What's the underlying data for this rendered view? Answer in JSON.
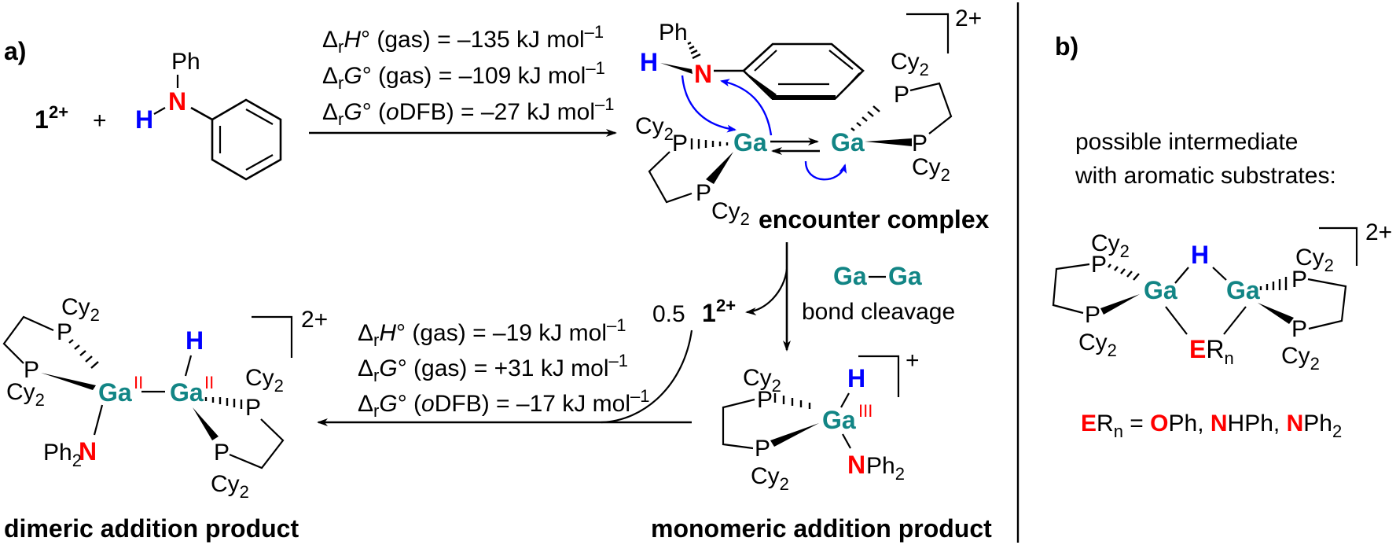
{
  "panels": {
    "a": {
      "label": "a)"
    },
    "b": {
      "label": "b)"
    }
  },
  "reactant": {
    "cation": "1",
    "cation_charge": "2+",
    "plus": "+",
    "amine": {
      "ph": "Ph",
      "n": "N",
      "h": "H"
    }
  },
  "step1": {
    "lines": [
      {
        "delta": "Δ",
        "sub": "r",
        "sym": "H",
        "deg": "°",
        "cond": " (gas) = –135 kJ mol",
        "exp": "–1"
      },
      {
        "delta": "Δ",
        "sub": "r",
        "sym": "G",
        "deg": "°",
        "cond": " (gas) = –109 kJ mol",
        "exp": "–1"
      },
      {
        "delta": "Δ",
        "sub": "r",
        "sym": "G",
        "deg": "°",
        "cond_pre": " (",
        "solvent_italic": "o",
        "solvent": "DFB) = –27 kJ mol",
        "exp": "–1"
      }
    ]
  },
  "encounter": {
    "title": "encounter complex",
    "charge": "2+",
    "atoms": {
      "ga": "Ga",
      "p": "P",
      "cy": "Cy",
      "two": "2",
      "n": "N",
      "h": "H",
      "ph": "Ph"
    }
  },
  "cleavage": {
    "label_top_a": "Ga",
    "label_top_b": "Ga",
    "label_bottom": "bond cleavage",
    "byproduct_coef": "0.5",
    "byproduct": "1",
    "byproduct_charge": "2+"
  },
  "step2": {
    "lines": [
      {
        "delta": "Δ",
        "sub": "r",
        "sym": "H",
        "deg": "°",
        "cond": " (gas) = –19 kJ mol",
        "exp": "–1"
      },
      {
        "delta": "Δ",
        "sub": "r",
        "sym": "G",
        "deg": "°",
        "cond": " (gas) = +31 kJ mol",
        "exp": "–1"
      },
      {
        "delta": "Δ",
        "sub": "r",
        "sym": "G",
        "deg": "°",
        "cond_pre": " (",
        "solvent_italic": "o",
        "solvent": "DFB) = –17 kJ mol",
        "exp": "–1"
      }
    ]
  },
  "monomer": {
    "title": "monomeric addition product",
    "charge": "+",
    "ga_ox": "III",
    "atoms": {
      "ga": "Ga",
      "p": "P",
      "cy": "Cy",
      "two": "2",
      "n": "N",
      "h": "H",
      "ph": "Ph"
    }
  },
  "dimer": {
    "title": "dimeric addition product",
    "charge": "2+",
    "ga_ox": "II",
    "atoms": {
      "ga": "Ga",
      "p": "P",
      "cy": "Cy",
      "two": "2",
      "n": "N",
      "h": "H",
      "ph": "Ph"
    }
  },
  "intermediate": {
    "caption_line1": "possible intermediate",
    "caption_line2": "with aromatic substrates:",
    "charge": "2+",
    "atoms": {
      "ga": "Ga",
      "p": "P",
      "cy": "Cy",
      "two": "2",
      "h": "H",
      "e": "E",
      "r": "R",
      "n": "n"
    },
    "er_def": {
      "e": "E",
      "r": "R",
      "n": "n",
      "eq": " = ",
      "items": [
        {
          "hl": "O",
          "rest": "Ph",
          "sep": ", "
        },
        {
          "hl": "N",
          "rest": "HPh",
          "sep": ", "
        },
        {
          "hl": "N",
          "rest": "Ph",
          "sub": "2"
        }
      ]
    }
  },
  "colors": {
    "gallium": "#128585",
    "nitrogen_oxygen": "#ff0000",
    "hydrogen": "#0000ff",
    "curved_arrows": "#0000ff"
  }
}
